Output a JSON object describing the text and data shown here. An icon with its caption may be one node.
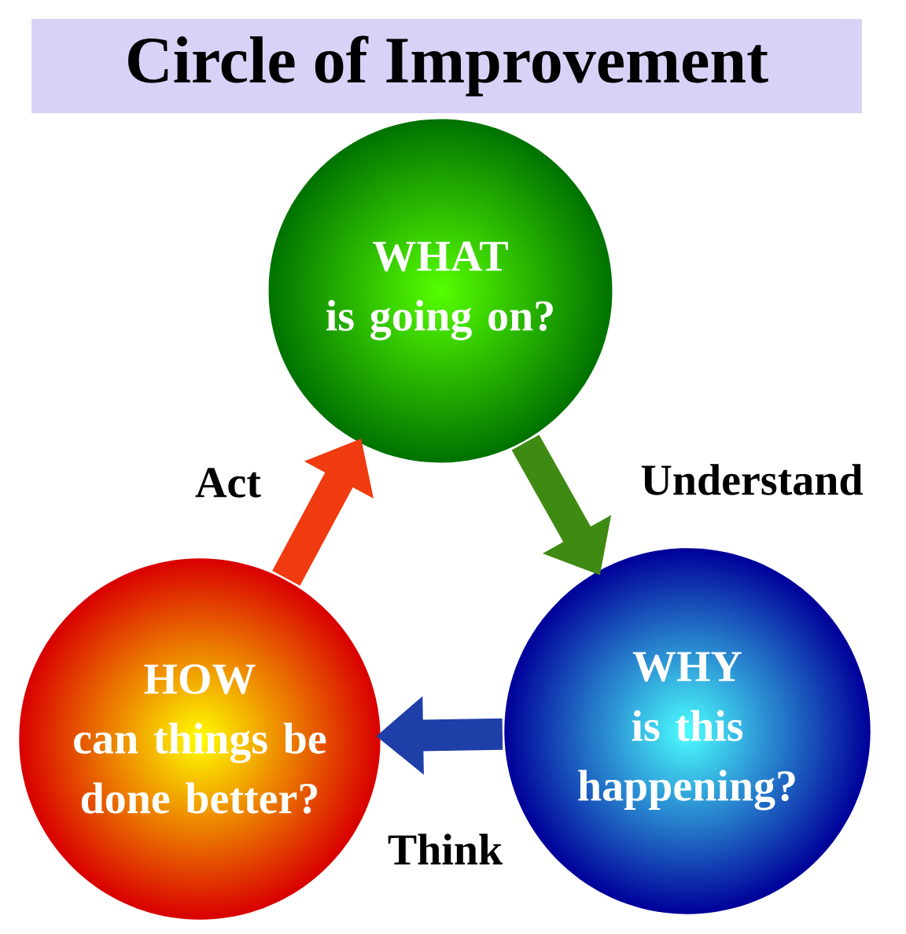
{
  "diagram": {
    "title": "Circle of Improvement",
    "nodes": [
      {
        "text": [
          "WHAT",
          "is going on?"
        ]
      },
      {
        "text": [
          "WHY",
          "is this happening?"
        ]
      },
      {
        "text": [
          "HOW",
          "can things be done better?"
        ]
      }
    ],
    "edges": [
      {
        "from": 0,
        "to": 1,
        "arrow": "to",
        "label": "Understand",
        "color": "#3f8a12"
      },
      {
        "from": 1,
        "to": 2,
        "arrow": "to",
        "label": "Think",
        "color": "#1f3fa8"
      },
      {
        "from": 2,
        "to": 0,
        "arrow": "to",
        "label": "Act",
        "color": "#f03a10"
      }
    ]
  }
}
